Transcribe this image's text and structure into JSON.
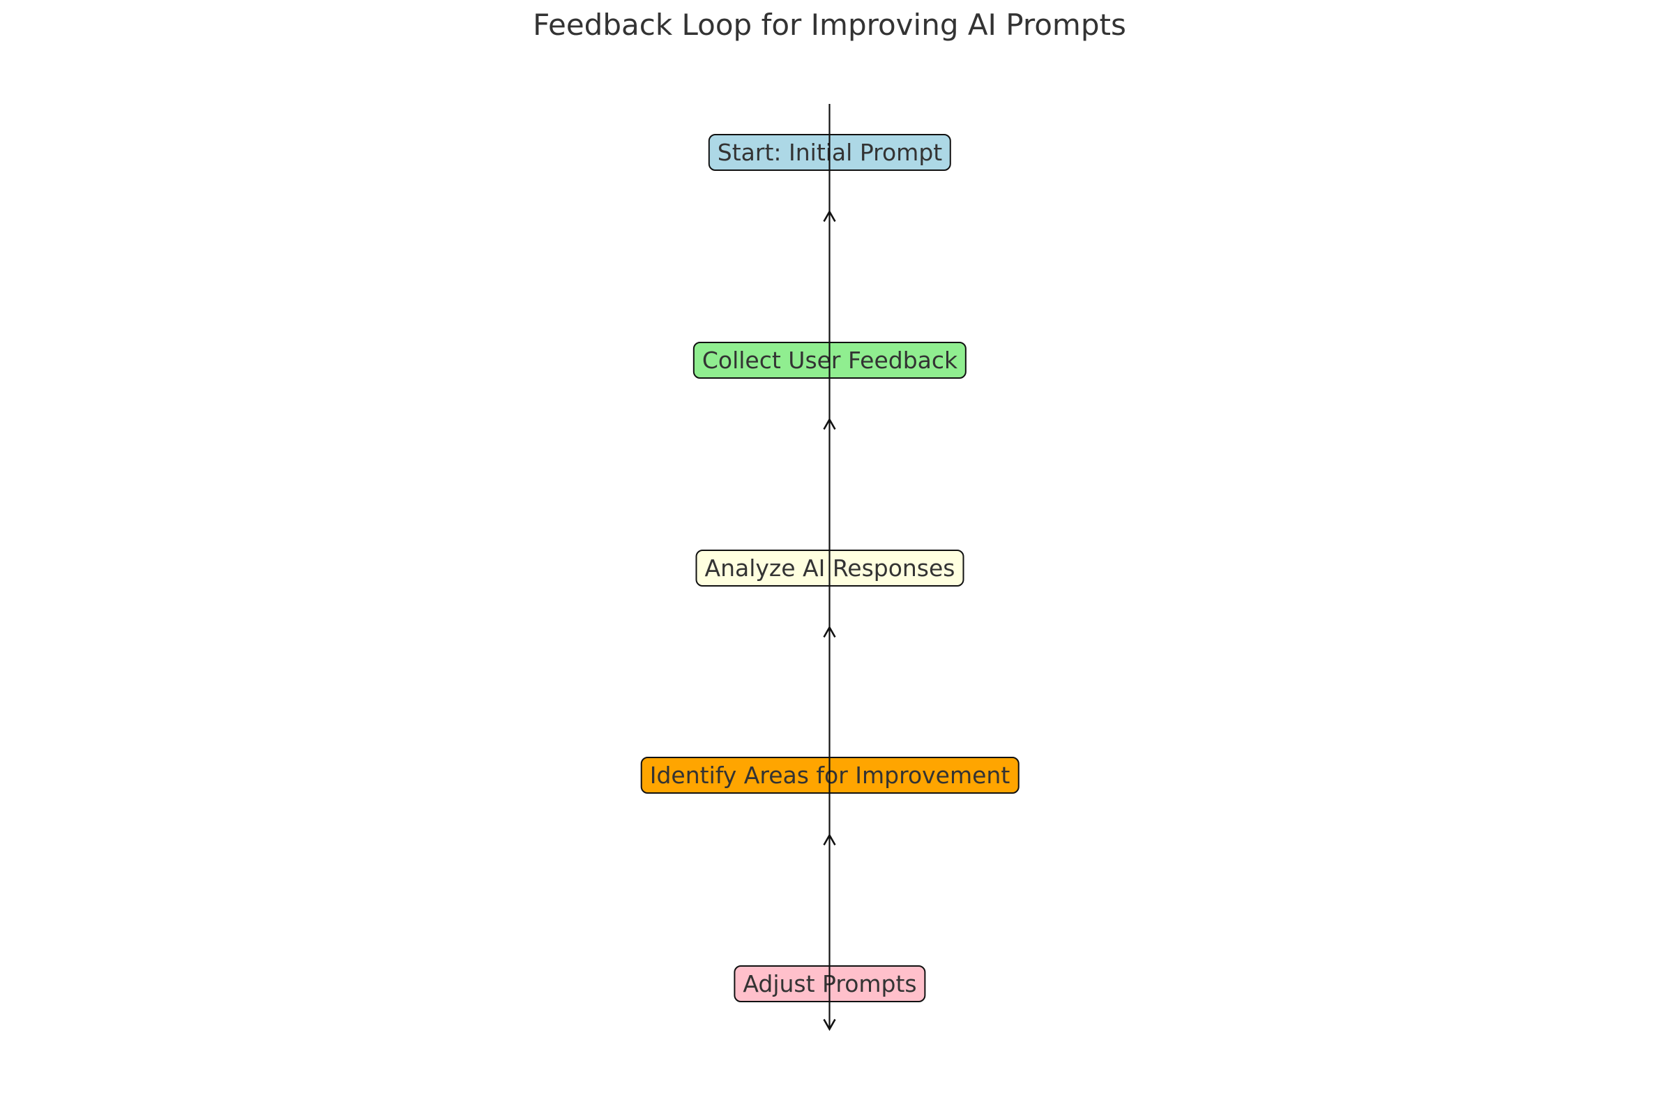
{
  "title": "Feedback Loop for Improving AI Prompts",
  "diagram": {
    "type": "flowchart",
    "orientation": "vertical",
    "nodes": [
      {
        "id": "start",
        "label": "Start: Initial Prompt",
        "fill": "#ADD8E6"
      },
      {
        "id": "collect",
        "label": "Collect User Feedback",
        "fill": "#90EE90"
      },
      {
        "id": "analyze",
        "label": "Analyze AI Responses",
        "fill": "#FFFFE0"
      },
      {
        "id": "identify",
        "label": "Identify Areas for Improvement",
        "fill": "#FFA500"
      },
      {
        "id": "adjust",
        "label": "Adjust Prompts",
        "fill": "#FFC0CB"
      }
    ],
    "arrows": [
      {
        "direction": "up",
        "between": [
          "Start: Initial Prompt",
          "Collect User Feedback"
        ]
      },
      {
        "direction": "up",
        "between": [
          "Collect User Feedback",
          "Analyze AI Responses"
        ]
      },
      {
        "direction": "up",
        "between": [
          "Analyze AI Responses",
          "Identify Areas for Improvement"
        ]
      },
      {
        "direction": "up",
        "between": [
          "Identify Areas for Improvement",
          "Adjust Prompts"
        ]
      },
      {
        "direction": "down",
        "position": "below Adjust Prompts"
      }
    ],
    "colors": {
      "background": "#FFFFFF",
      "title_text": "#333333",
      "node_text": "#333333",
      "node_border": "#111111",
      "connector_line": "#111111"
    }
  }
}
